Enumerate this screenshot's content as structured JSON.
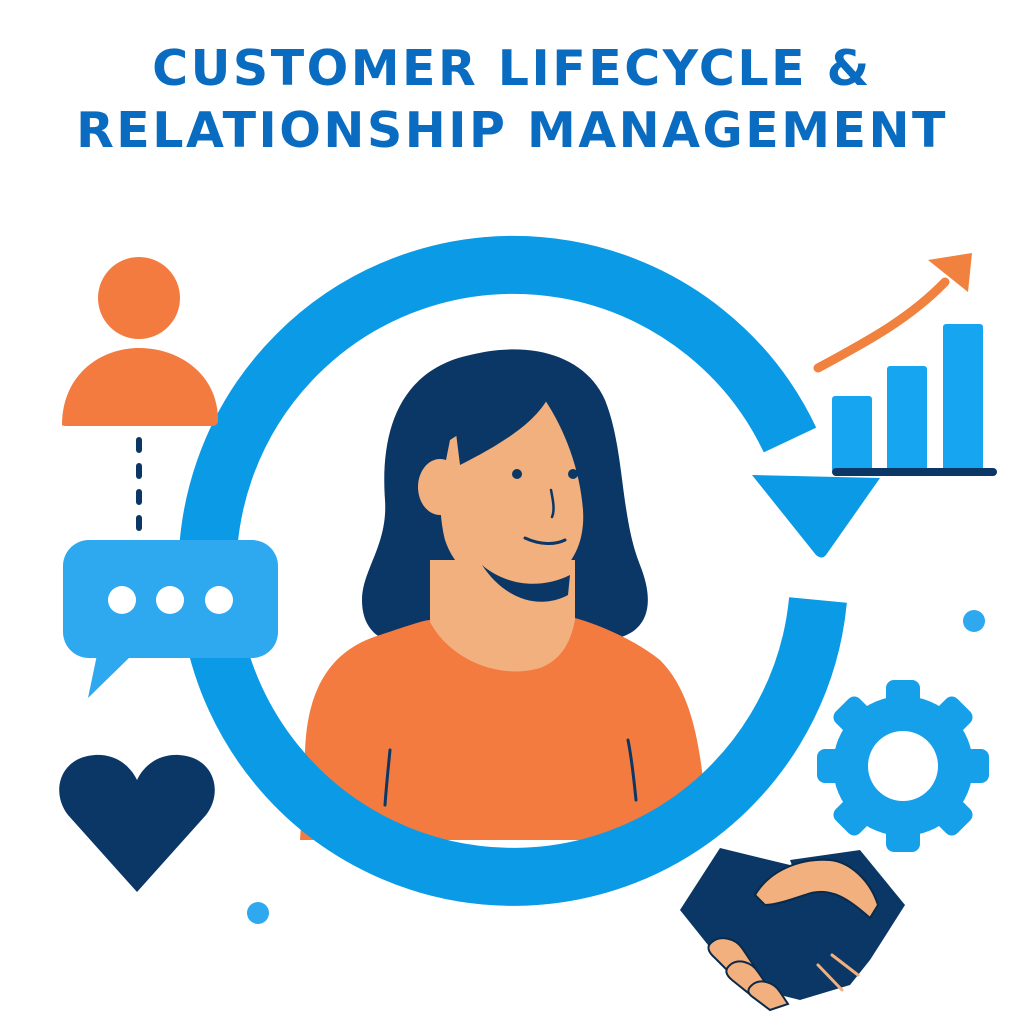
{
  "title": {
    "line1": "CUSTOMER LIFECYCLE &",
    "line2": "RELATIONSHIP MANAGEMENT"
  },
  "illustration": {
    "central_figure": "woman-avatar",
    "cycle": "circular-arrow",
    "icons": [
      "person-icon",
      "chat-bubble-icon",
      "heart-icon",
      "growth-chart-icon",
      "gear-icon",
      "handshake-icon"
    ]
  },
  "colors": {
    "title": "#0a6cc0",
    "cycle_blue": "#0a9ae6",
    "light_blue": "#2ea8ef",
    "orange": "#f47b3f",
    "navy": "#0b3766",
    "skin": "#f2b07e",
    "background": "#ffffff"
  }
}
